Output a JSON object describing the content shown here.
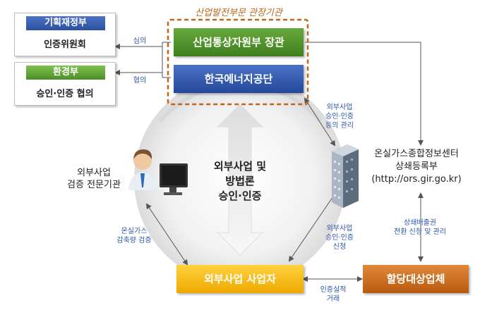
{
  "annotation_top": "산업발전부문 관장기관",
  "org_left": [
    {
      "header": "기획재정부",
      "sub": "인증위원회",
      "relation": "심의"
    },
    {
      "header": "환경부",
      "sub": "승인·인증 협의",
      "relation": "협의"
    }
  ],
  "org_main": {
    "ministry": "산업통상자원부 장관",
    "agency": "한국에너지공단"
  },
  "center": {
    "line1": "외부사업 및",
    "line2": "방법론",
    "line3": "승인·인증"
  },
  "verifier": {
    "line1": "외부사업",
    "line2": "검증 전문기관"
  },
  "info_center": {
    "line1": "온실가스종합정보센터",
    "line2": "상쇄등록부",
    "line3": "(http://ors.gir.go.kr)"
  },
  "labels": {
    "approval_mgmt": {
      "line1": "외부사업",
      "line2": "승인·인증",
      "line3": "등의 관리"
    },
    "approval_apply": {
      "line1": "외부사업",
      "line2": "승인·인증",
      "line3": "신청"
    },
    "ghg_verify": {
      "line1": "온실가스",
      "line2": "감축량 검증"
    },
    "offset_conv": {
      "line1": "상쇄배출권",
      "line2": "전환 신청 및 관리"
    },
    "credit_trade": {
      "line1": "인증실적",
      "line2": "거래"
    }
  },
  "operator": "외부사업 사업자",
  "allocated": "할당대상업체",
  "colors": {
    "blue": "#2c4f9e",
    "green": "#4c8f28",
    "yellow": "#f2b705",
    "orange": "#c96a14",
    "dash": "#c0661a"
  }
}
